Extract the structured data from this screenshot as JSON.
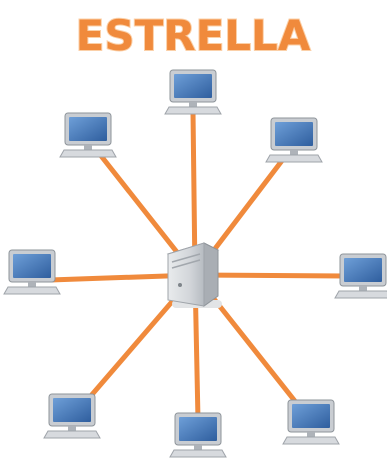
{
  "title": "ESTRELLA",
  "colors": {
    "title_fill": "#F08A3C",
    "title_outline": "#FBD0A8",
    "link": "#F08A3C",
    "server_body": "#D3D6DA",
    "server_side": "#A9AEB4",
    "monitor_frame": "#C9CDD2",
    "monitor_screen": "#3F74B8",
    "keyboard": "#D7DADE"
  },
  "hub": {
    "icon": "server-tower-icon"
  },
  "nodes": [
    {
      "name": "computer-top",
      "icon": "desktop-computer-icon"
    },
    {
      "name": "computer-upper-left",
      "icon": "desktop-computer-icon"
    },
    {
      "name": "computer-upper-right",
      "icon": "desktop-computer-icon"
    },
    {
      "name": "computer-left",
      "icon": "desktop-computer-icon"
    },
    {
      "name": "computer-right",
      "icon": "desktop-computer-icon"
    },
    {
      "name": "computer-lower-left",
      "icon": "desktop-computer-icon"
    },
    {
      "name": "computer-bottom",
      "icon": "desktop-computer-icon"
    },
    {
      "name": "computer-lower-right",
      "icon": "desktop-computer-icon"
    }
  ]
}
